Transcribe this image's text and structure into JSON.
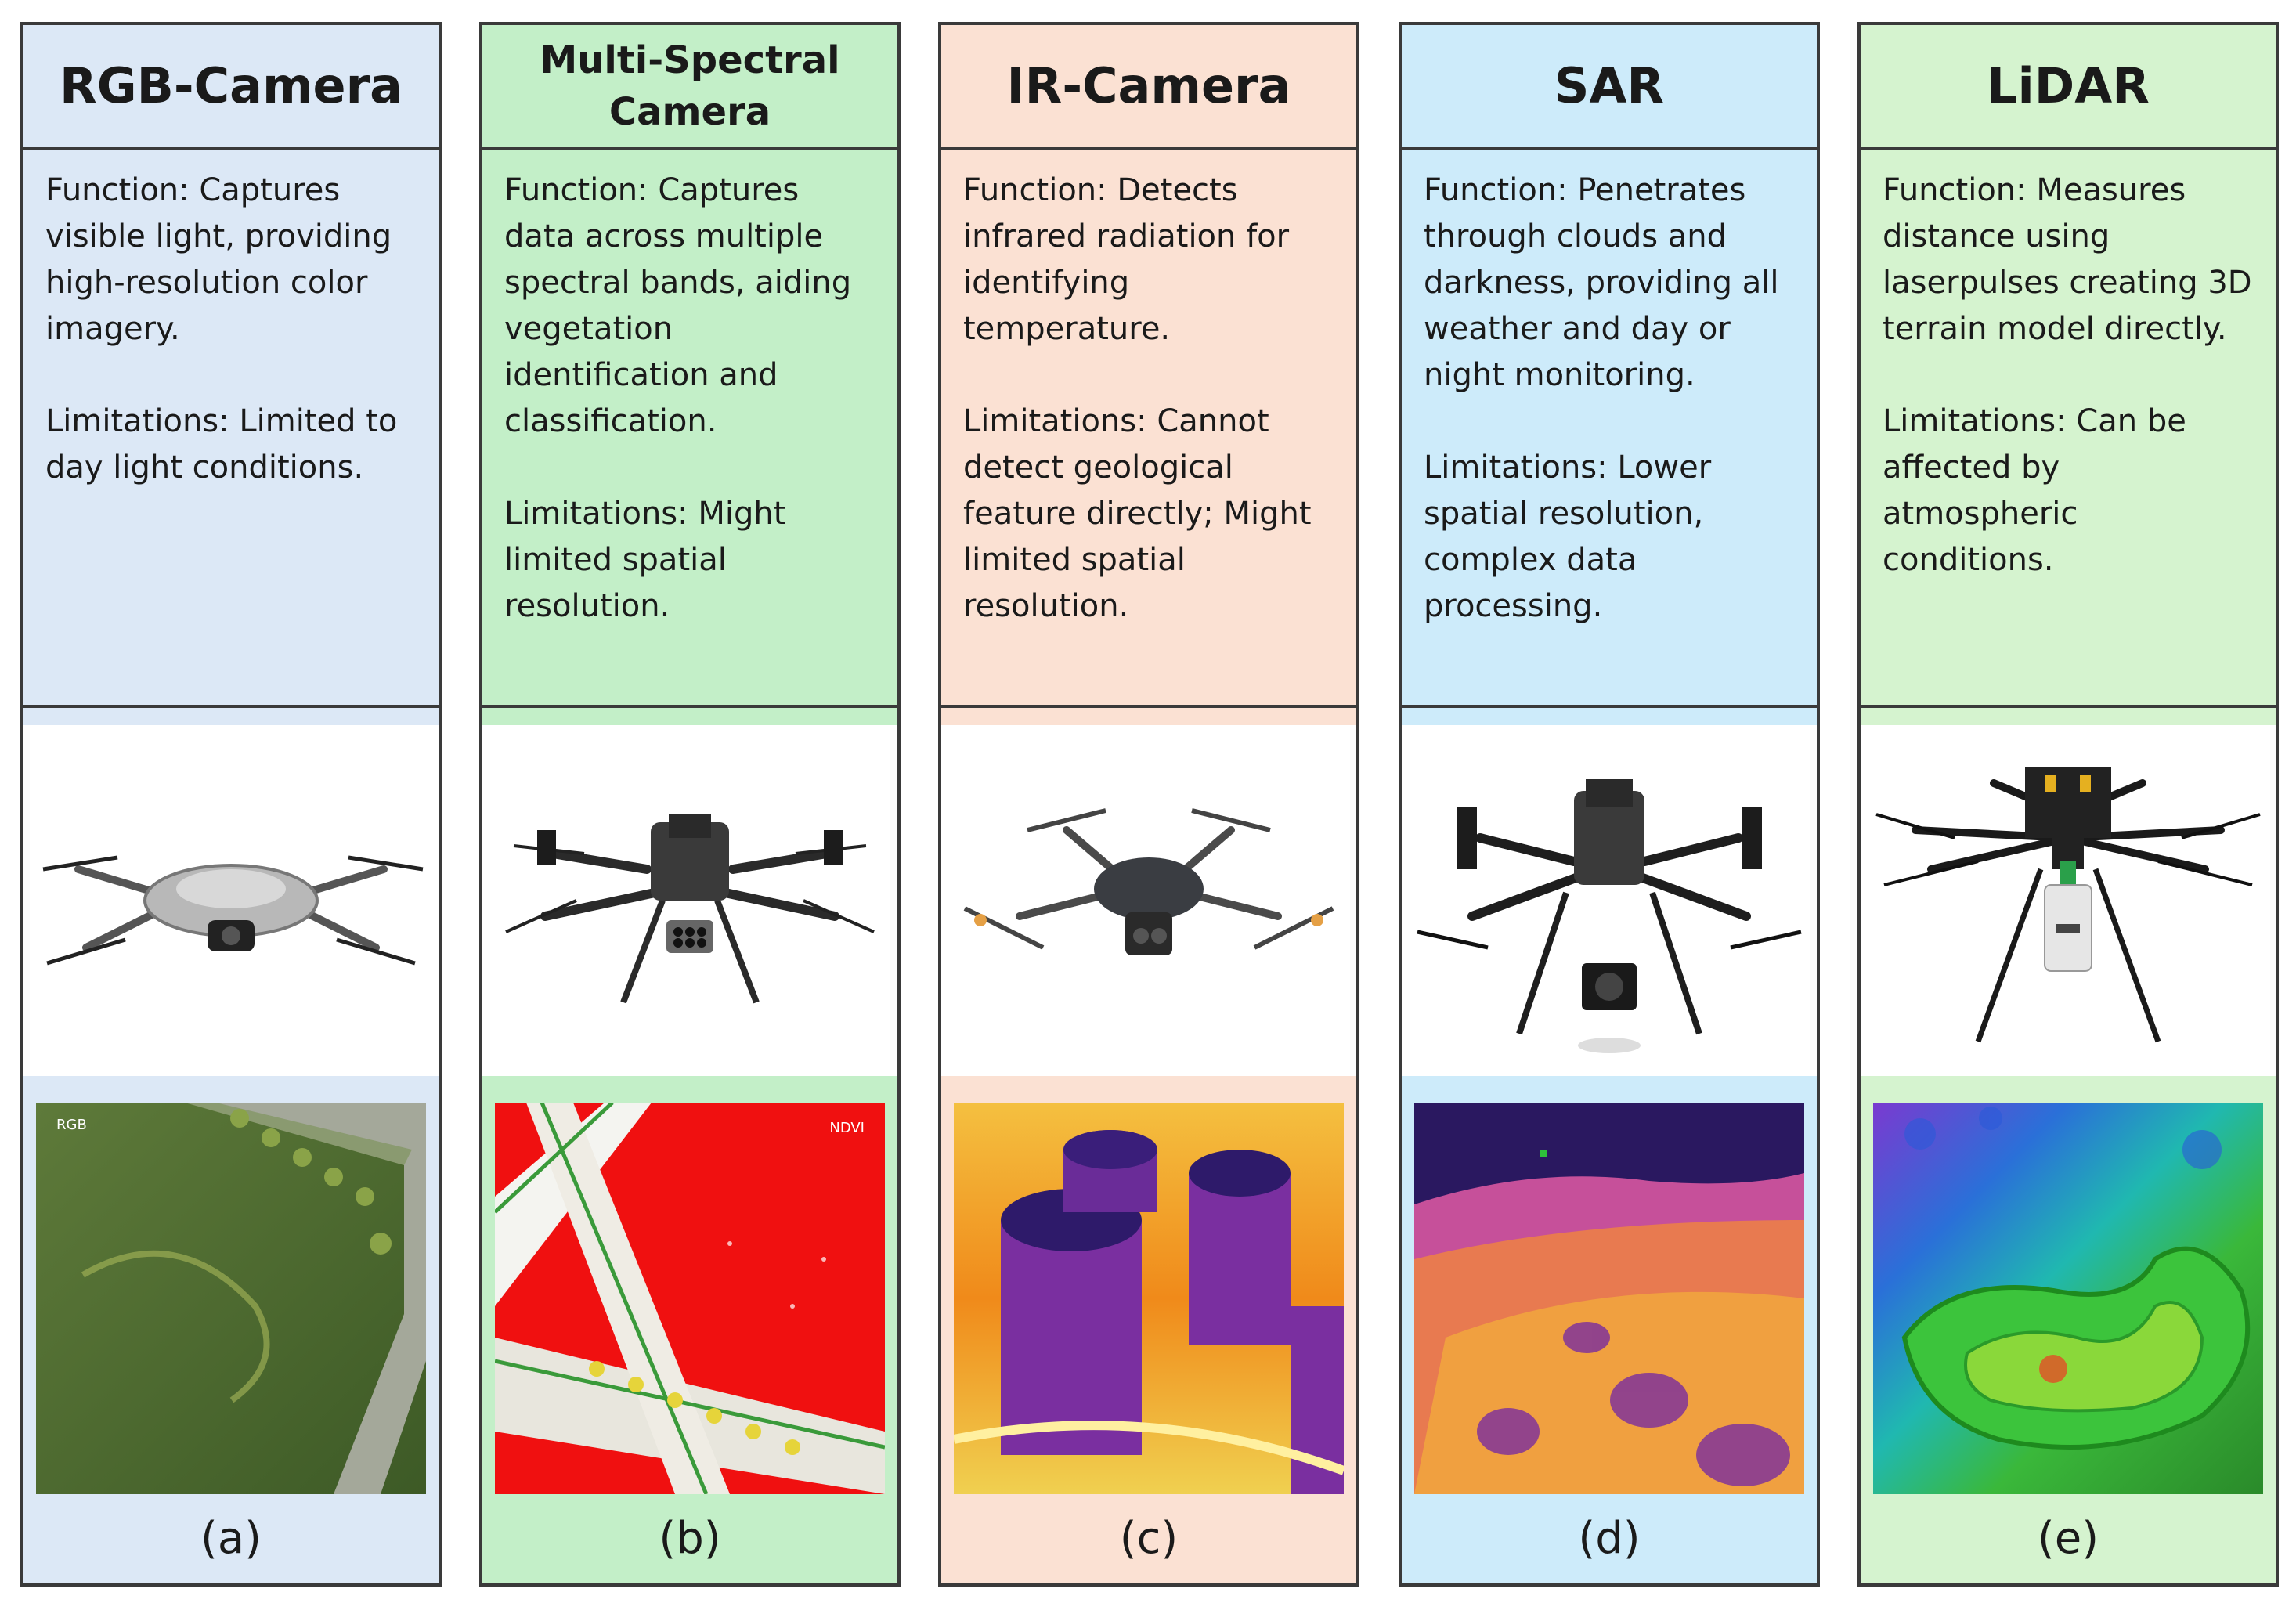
{
  "columns": [
    {
      "title": "RGB-Camera",
      "function": "Function: Captures visible light, providing high-resolution color imagery.",
      "limitations": "Limitations: Limited to day light conditions.",
      "photo_label": "RGB",
      "caption": "(a)",
      "color": "#dce8f6"
    },
    {
      "title": "Multi-Spectral Camera",
      "function": "Function: Captures data across multiple spectral bands, aiding vegetation identification and classification.",
      "limitations": "Limitations: Might limited spatial resolution.",
      "photo_label": "NDVI",
      "caption": "(b)",
      "color": "#c3efc8"
    },
    {
      "title": "IR-Camera",
      "function": "Function: Detects infrared radiation for identifying temperature.",
      "limitations": "Limitations: Cannot detect geological feature directly; Might limited spatial resolution.",
      "caption": "(c)",
      "color": "#fbe1d3"
    },
    {
      "title": "SAR",
      "function": "Function: Penetrates through clouds and darkness, providing all weather and day or night monitoring.",
      "limitations": "Limitations: Lower spatial resolution, complex data processing.",
      "caption": "(d)",
      "color": "#cdebfa"
    },
    {
      "title": "LiDAR",
      "function": "Function: Measures distance using laserpulses creating 3D terrain model directly.",
      "limitations": "Limitations: Can be affected by atmospheric conditions.",
      "caption": "(e)",
      "color": "#d5f3cf"
    }
  ]
}
